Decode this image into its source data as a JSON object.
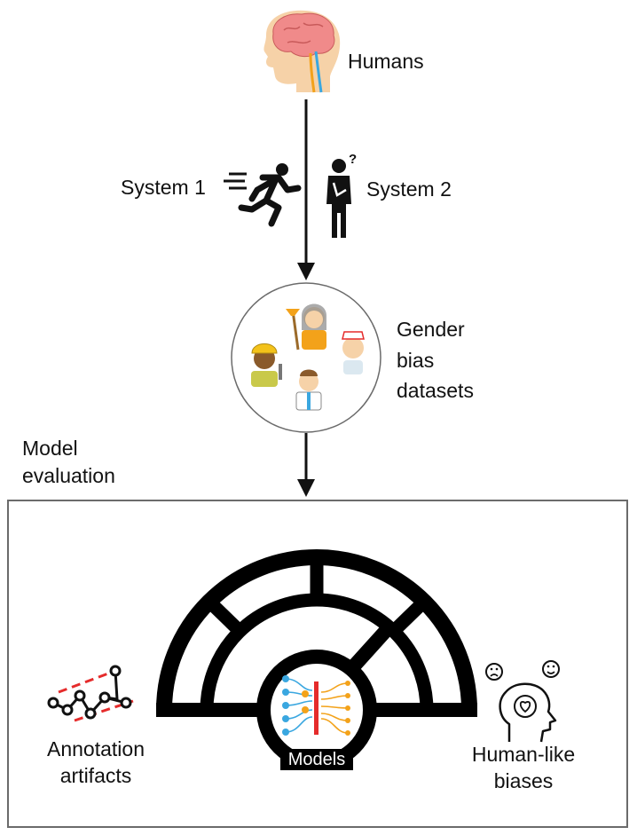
{
  "labels": {
    "humans": "Humans",
    "system1": "System 1",
    "system2": "System 2",
    "gender_bias_line1": "Gender",
    "gender_bias_line2": "bias",
    "gender_bias_line3": "datasets",
    "model_eval_line1": "Model",
    "model_eval_line2": "evaluation",
    "annotation_line1": "Annotation",
    "annotation_line2": "artifacts",
    "models": "Models",
    "human_like_line1": "Human-like",
    "human_like_line2": "biases"
  },
  "icons": {
    "humans": "human-brain-head-icon",
    "system1": "running-person-icon",
    "system2": "thinking-person-icon",
    "datasets": "occupation-people-icon",
    "gauge": "speedometer-gauge-icon",
    "models": "neural-network-icon",
    "annotation": "graph-nodes-icon",
    "human_like": "emotion-head-icon"
  },
  "colors": {
    "brain": "#f08a8a",
    "skin": "#f6d2a8",
    "accent_red": "#e52b2b",
    "network_blue": "#3aa7e0",
    "network_orange": "#f3a21a",
    "box_border": "#6b6b6b"
  }
}
